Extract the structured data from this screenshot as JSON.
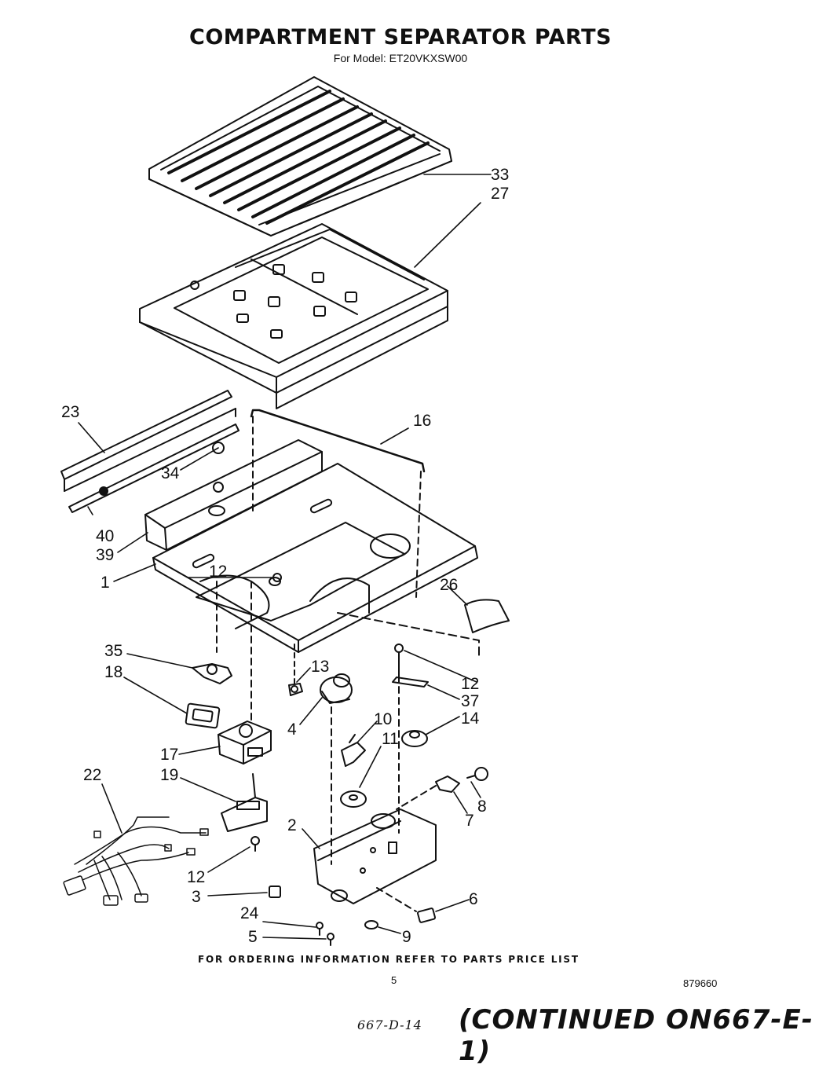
{
  "title": "COMPARTMENT SEPARATOR  PARTS",
  "subtitle": "For Model: ET20VKXSW00",
  "callouts": {
    "c33": "33",
    "c27": "27",
    "c23": "23",
    "c16": "16",
    "c34": "34",
    "c40": "40",
    "c39": "39",
    "c12a": "12",
    "c1": "1",
    "c26": "26",
    "c35": "35",
    "c18": "18",
    "c13": "13",
    "c12b": "12",
    "c37": "37",
    "c4": "4",
    "c10": "10",
    "c11": "11",
    "c14": "14",
    "c17": "17",
    "c19": "19",
    "c22": "22",
    "c8": "8",
    "c7": "7",
    "c2": "2",
    "c12c": "12",
    "c3": "3",
    "c6": "6",
    "c24": "24",
    "c5": "5",
    "c9": "9"
  },
  "footer": "FOR ORDERING INFORMATION REFER TO PARTS PRICE LIST",
  "page_number": "5",
  "doc_number": "879660",
  "handwritten_ref": "667-D-14",
  "continued": "(CONTINUED ON667-E-1)"
}
